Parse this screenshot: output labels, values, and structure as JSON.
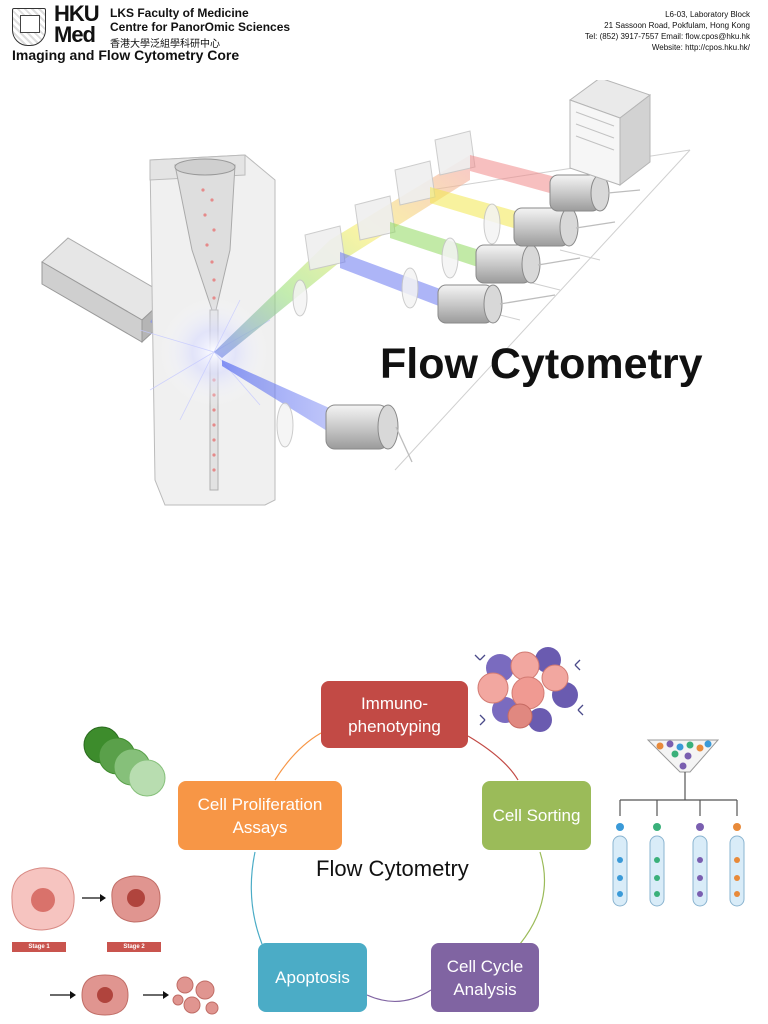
{
  "header": {
    "logo_line1": "HKU",
    "logo_line2": "Med",
    "faculty_line1": "LKS Faculty of Medicine",
    "faculty_line2": "Centre for PanorOmic Sciences",
    "faculty_chinese": "香港大學泛組學科研中心",
    "core_name": "Imaging and Flow Cytometry Core",
    "address_line1": "L6-03, Laboratory Block",
    "address_line2": "21 Sassoon Road, Pokfulam, Hong Kong",
    "contact_line": "Tel: (852) 3917-7557 Email: flow.cpos@hku.hk",
    "website_line": "Website: http://cpos.hku.hk/"
  },
  "hero": {
    "title": "Flow Cytometry",
    "icons": [
      "laser-source-icon",
      "flow-cell-icon",
      "detector-icon",
      "computer-icon"
    ]
  },
  "applications": {
    "center_label": "Flow Cytometry",
    "items": [
      {
        "label": "Immuno-\nphenotyping",
        "color": "#c24a45"
      },
      {
        "label": "Cell Sorting",
        "color": "#9bbb59"
      },
      {
        "label": "Cell Cycle Analysis",
        "color": "#8064a2"
      },
      {
        "label": "Apoptosis",
        "color": "#4bacc6"
      },
      {
        "label": "Cell Proliferation Assays",
        "color": "#f79646"
      }
    ],
    "stage_labels": [
      "Stage 1",
      "Stage 2"
    ]
  }
}
